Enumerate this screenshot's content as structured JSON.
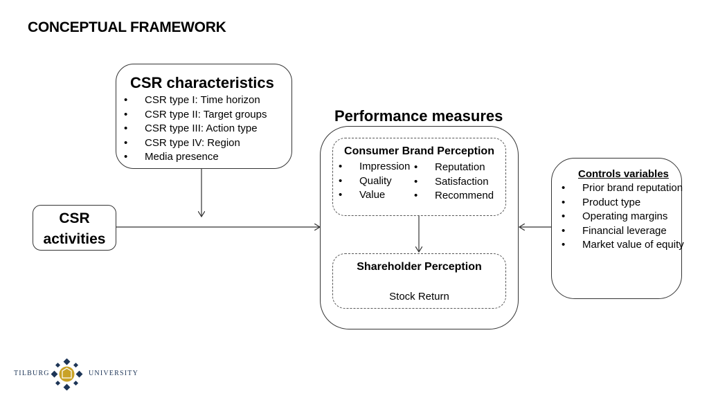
{
  "slide_title": "CONCEPTUAL FRAMEWORK",
  "csr_characteristics": {
    "title": "CSR characteristics",
    "items": [
      "CSR type I:  Time horizon",
      "CSR type II: Target groups",
      "CSR type III: Action type",
      "CSR type IV: Region",
      "Media presence"
    ]
  },
  "csr_activities": {
    "line1": "CSR",
    "line2": "activities"
  },
  "performance": {
    "title": "Performance measures",
    "consumer": {
      "title": "Consumer Brand Perception",
      "col1": [
        "Impression",
        "Quality",
        "Value"
      ],
      "col2": [
        "Reputation",
        "Satisfaction",
        "Recommend"
      ]
    },
    "shareholder": {
      "title": "Shareholder Perception",
      "measure": "Stock Return"
    }
  },
  "controls": {
    "title": "Controls variables",
    "items": [
      "Prior brand reputation",
      "Product type",
      "Operating margins",
      "Financial leverage",
      "Market value of equity"
    ]
  },
  "logo": {
    "left": "Tilburg",
    "right": "University"
  },
  "colors": {
    "logo_blue": "#1d3557",
    "logo_gold": "#c9a227",
    "line": "#333333"
  }
}
